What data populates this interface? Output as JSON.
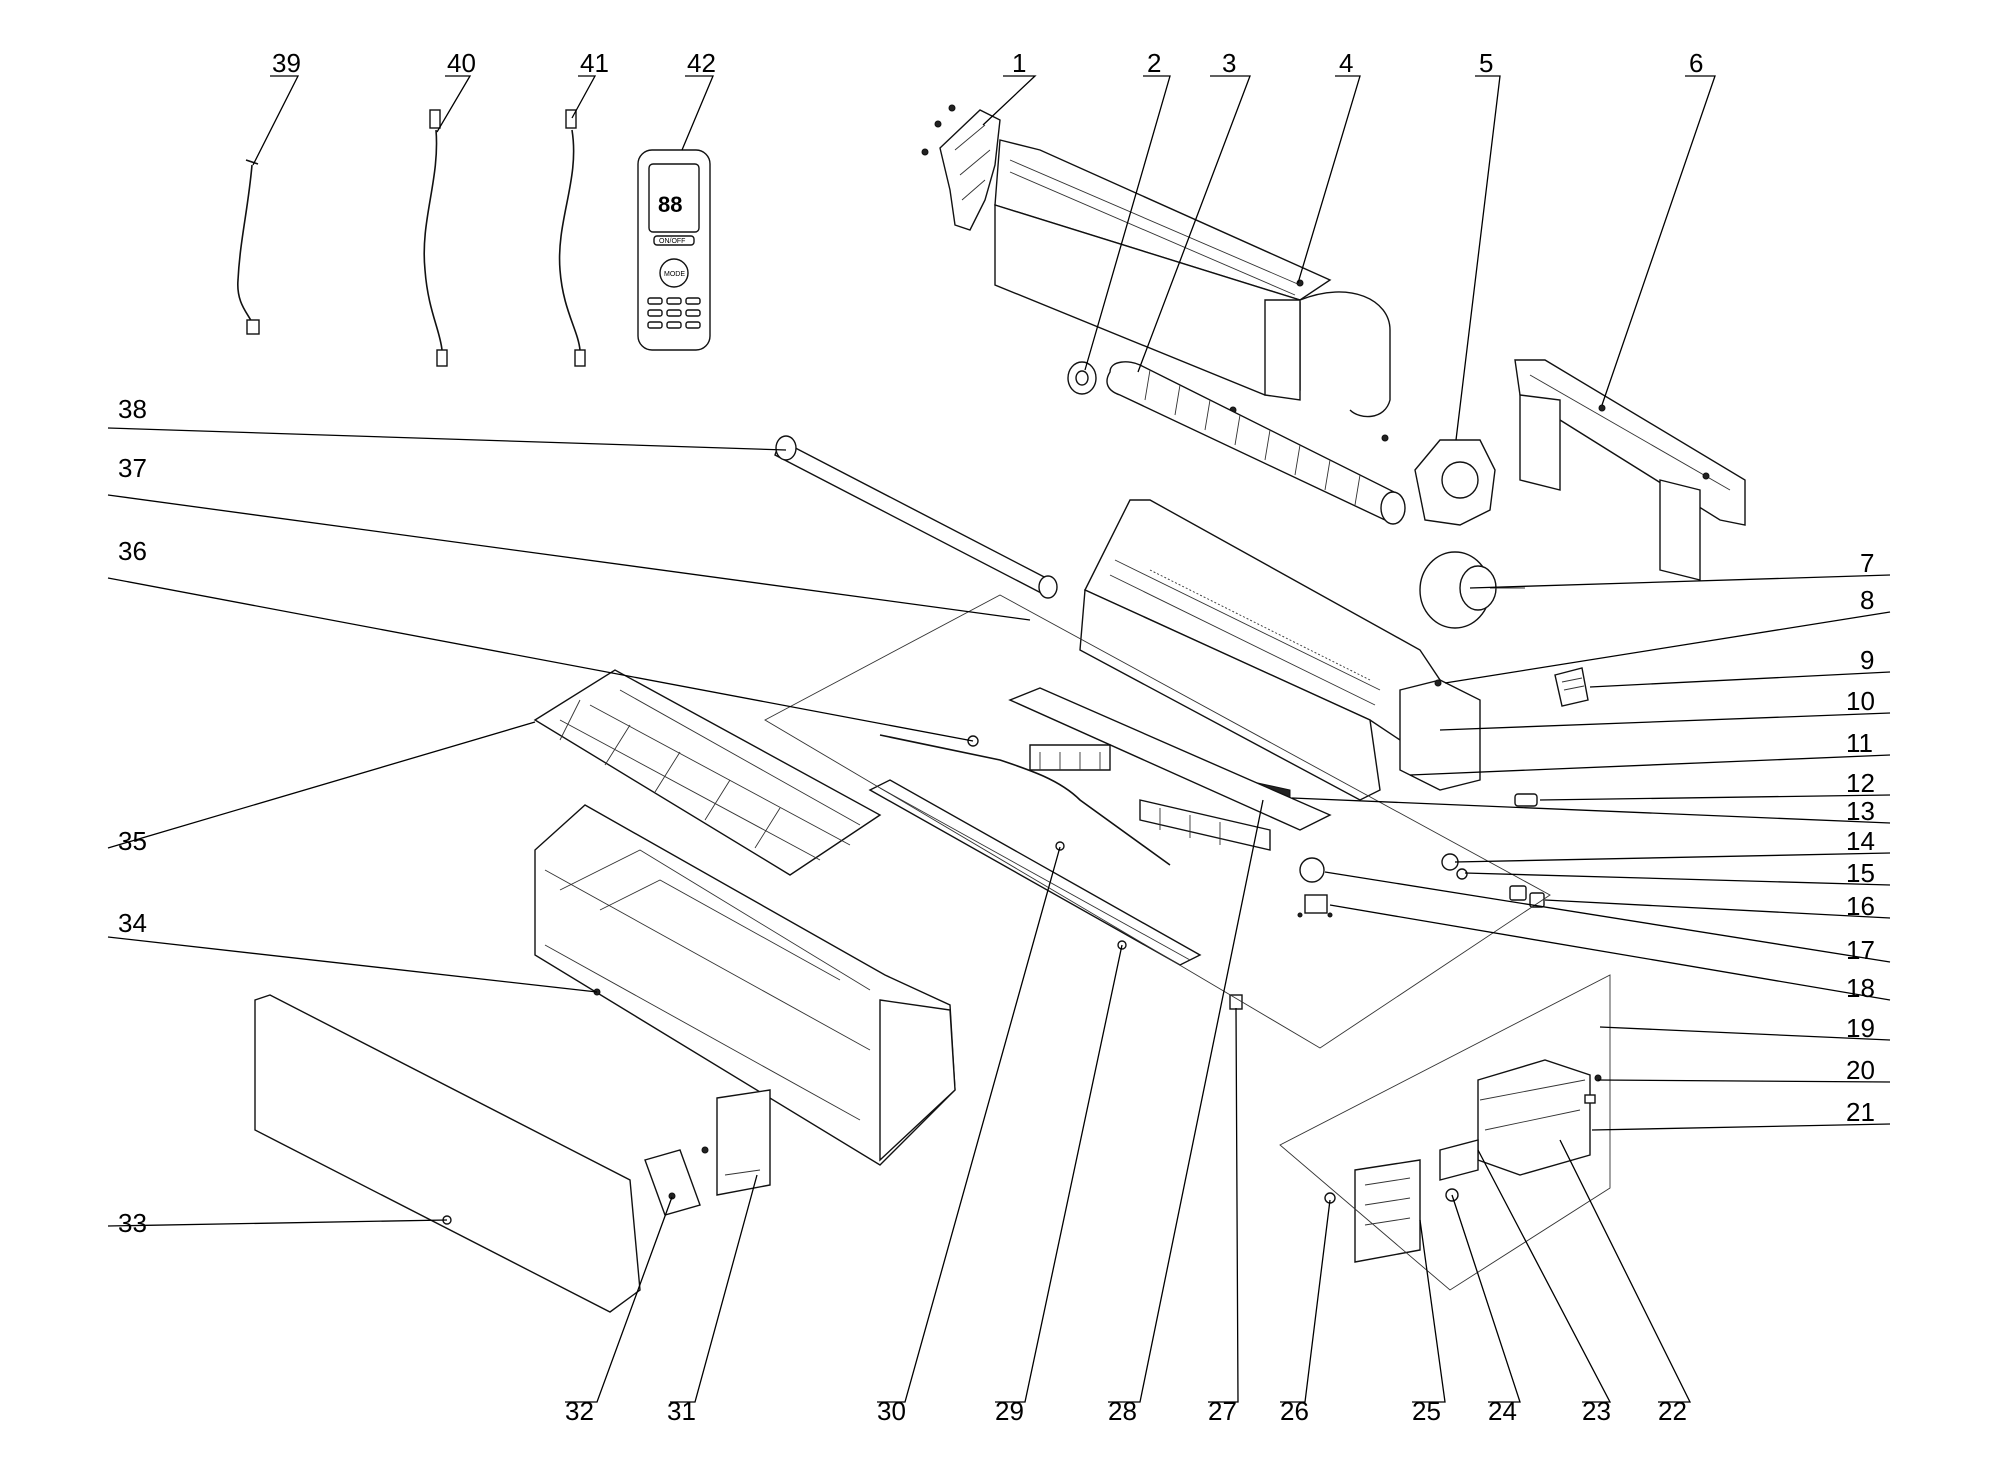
{
  "diagram": {
    "type": "exploded-parts-view",
    "callouts": [
      "1",
      "2",
      "3",
      "4",
      "5",
      "6",
      "7",
      "8",
      "9",
      "10",
      "11",
      "12",
      "13",
      "14",
      "15",
      "16",
      "17",
      "18",
      "19",
      "20",
      "21",
      "22",
      "23",
      "24",
      "25",
      "26",
      "27",
      "28",
      "29",
      "30",
      "31",
      "32",
      "33",
      "34",
      "35",
      "36",
      "37",
      "38",
      "39",
      "40",
      "41",
      "42"
    ],
    "remote": {
      "display_digits": "88",
      "btn_onoff": "ON/OFF",
      "btn_mode": "MODE"
    },
    "colors": {
      "line": "#000000",
      "background": "#ffffff"
    }
  }
}
